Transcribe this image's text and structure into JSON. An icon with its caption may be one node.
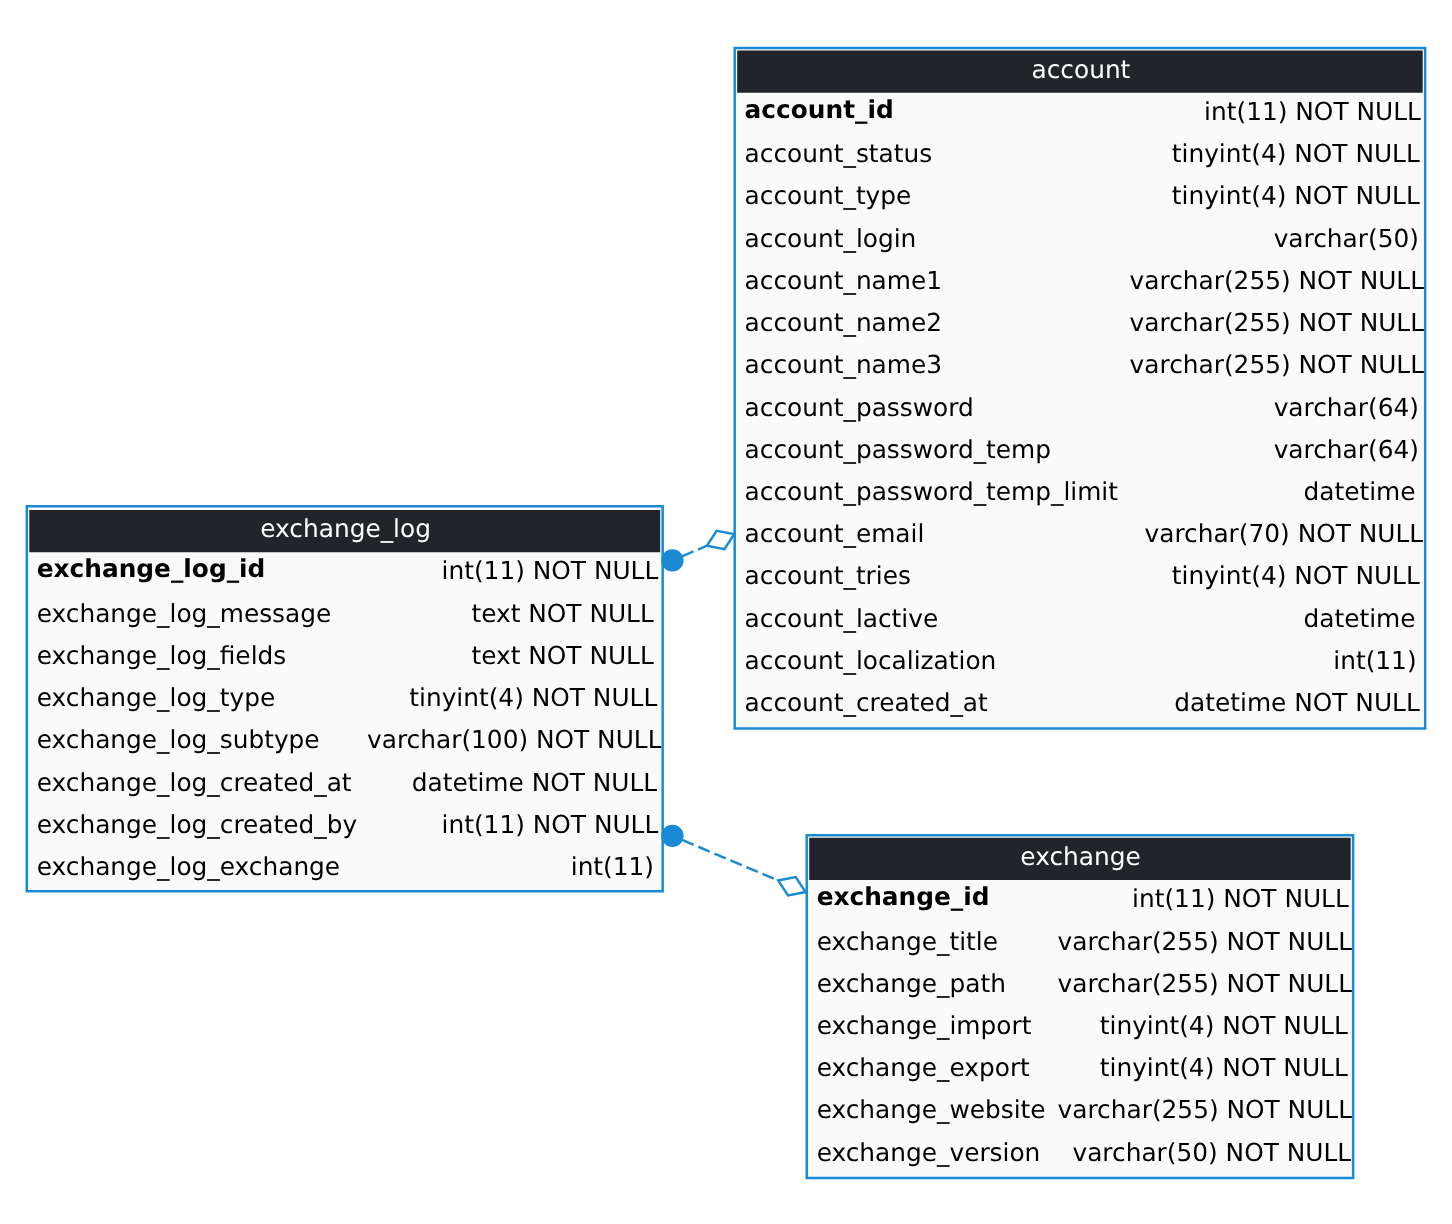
{
  "diagram": {
    "nodes": [
      {
        "text": [
          "exchange_log",
          "exchange_log_id",
          "int(11) NOT NULL",
          "exchange_log_message",
          "text NOT NULL",
          "exchange_log_fields",
          "text NOT NULL",
          "exchange_log_type",
          "tinyint(4) NOT NULL",
          "exchange_log_subtype",
          "varchar(100) NOT NULL",
          "exchange_log_created_at",
          "datetime NOT NULL",
          "exchange_log_created_by",
          "int(11) NOT NULL",
          "exchange_log_exchange",
          "int(11)"
        ]
      },
      {
        "text": [
          "account",
          "account_id",
          "int(11) NOT NULL",
          "account_status",
          "tinyint(4) NOT NULL",
          "account_type",
          "tinyint(4) NOT NULL",
          "account_login",
          "varchar(50)",
          "account_name1",
          "varchar(255) NOT NULL",
          "account_name2",
          "varchar(255) NOT NULL",
          "account_name3",
          "varchar(255) NOT NULL",
          "account_password",
          "varchar(64)",
          "account_password_temp",
          "varchar(64)",
          "account_password_temp_limit",
          "datetime",
          "account_email",
          "varchar(70) NOT NULL",
          "account_tries",
          "tinyint(4) NOT NULL",
          "account_lactive",
          "datetime",
          "account_localization",
          "int(11)",
          "account_created_at",
          "datetime NOT NULL"
        ]
      },
      {
        "text": [
          "exchange",
          "exchange_id",
          "int(11) NOT NULL",
          "exchange_title",
          "varchar(255) NOT NULL",
          "exchange_path",
          "varchar(255) NOT NULL",
          "exchange_import",
          "tinyint(4) NOT NULL",
          "exchange_export",
          "tinyint(4) NOT NULL",
          "exchange_website",
          "varchar(255) NOT NULL",
          "exchange_version",
          "varchar(50) NOT NULL"
        ]
      }
    ],
    "edges": [
      {
        "from": 0,
        "to": 1,
        "arrow": "other",
        "style": "dashed"
      },
      {
        "from": 0,
        "to": 2,
        "arrow": "other",
        "style": "dashed"
      }
    ]
  }
}
